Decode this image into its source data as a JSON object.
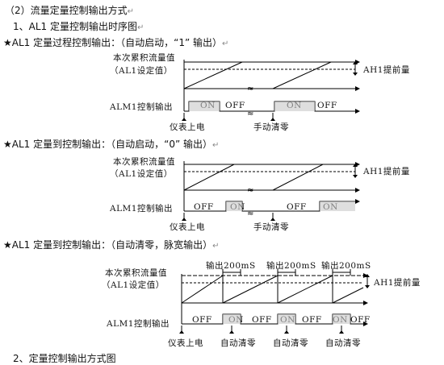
{
  "doc": {
    "heading": "（2）流量定量控制输出方式",
    "subheading": "1、AL1 定量控制输出时序图",
    "return_mark": "↵",
    "cut_text": "2、定量控制输出方式图"
  },
  "sections": [
    {
      "title": "★AL1 定量过程控制输出：（自动启动，“1” 输出）",
      "y_label_1": "本次累积流量值",
      "y_label_2": "（AL1设定值）",
      "ah1_label": "AH1提前量",
      "alm_label": "ALM1控制输出",
      "states": [
        "ON",
        "OFF",
        "ON",
        "OFF"
      ],
      "bottom_labels": [
        "仪表上电",
        "手动清零"
      ]
    },
    {
      "title": "★AL1 定量到控制输出：（自动启动，“0” 输出）",
      "y_label_1": "本次累积流量值",
      "y_label_2": "（AL1设定值）",
      "ah1_label": "AH1提前量",
      "alm_label": "ALM1控制输出",
      "states": [
        "OFF",
        "ON",
        "OFF",
        "ON"
      ],
      "bottom_labels": [
        "仪表上电",
        "手动清零"
      ]
    },
    {
      "title": "★AL1 定量到控制输出：（自动清零，脉宽输出）",
      "y_label_1": "本次累积流量值",
      "y_label_2": "（AL1设定值）",
      "ah1_label": "AH1提前量",
      "alm_label": "ALM1控制输出",
      "pulse_labels": [
        "输出200mS",
        "输出200mS",
        "输出200mS"
      ],
      "states": [
        "OFF",
        "ON",
        "OFF",
        "ON",
        "OFF",
        "ON",
        "OFF"
      ],
      "bottom_labels": [
        "仪表上电",
        "自动清零",
        "自动清零",
        "自动清零"
      ]
    }
  ]
}
